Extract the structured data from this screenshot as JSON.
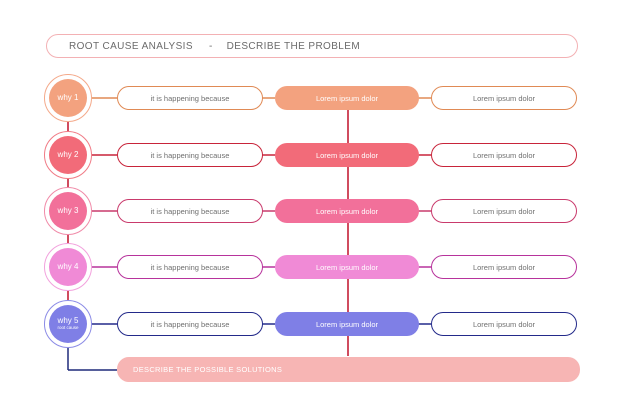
{
  "title": {
    "left": "ROOT CAUSE ANALYSIS",
    "separator": "-",
    "right": "DESCRIBE THE PROBLEM"
  },
  "rows": [
    {
      "label": "why 1",
      "sub": "",
      "cause": "it is happening because",
      "middle": "Lorem ipsum dolor",
      "right": "Lorem ipsum dolor",
      "color": "#f3a27f"
    },
    {
      "label": "why 2",
      "sub": "",
      "cause": "it is happening because",
      "middle": "Lorem ipsum dolor",
      "right": "Lorem ipsum dolor",
      "color": "#f26b79"
    },
    {
      "label": "why 3",
      "sub": "",
      "cause": "it is happening because",
      "middle": "Lorem ipsum dolor",
      "right": "Lorem ipsum dolor",
      "color": "#f2709a"
    },
    {
      "label": "why 4",
      "sub": "",
      "cause": "it is happening because",
      "middle": "Lorem ipsum dolor",
      "right": "Lorem ipsum dolor",
      "color": "#f08ad6"
    },
    {
      "label": "why 5",
      "sub": "root cause",
      "cause": "it is happening because",
      "middle": "Lorem ipsum dolor",
      "right": "Lorem ipsum dolor",
      "color": "#7f7fe6"
    }
  ],
  "solutions_label": "DESCRIBE THE POSSIBLE SOLUTIONS",
  "colors": {
    "title_border": "#f3b1b4",
    "solutions_bg": "#f7b5b4",
    "connector": "#c0102a",
    "root_connector": "#1f2a7a",
    "row_borders": [
      "#e08a55",
      "#c8243a",
      "#c93a6c",
      "#b7339c",
      "#232a8a"
    ],
    "circle_rings": [
      "#f4a98a",
      "#f07b86",
      "#f08aa8",
      "#f2a1dd",
      "#8b8be6"
    ]
  }
}
